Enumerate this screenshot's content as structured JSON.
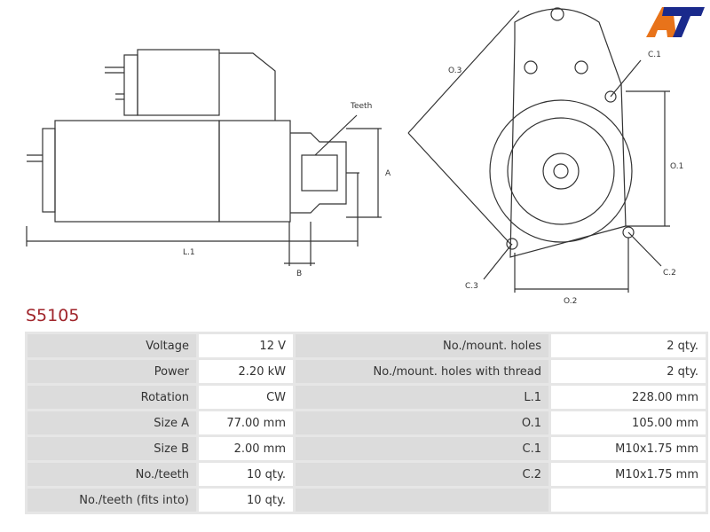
{
  "product": {
    "code": "S5105"
  },
  "logo": {
    "text": "AT",
    "colors": {
      "a": "#e8731a",
      "t": "#1a2a8c"
    }
  },
  "drawing_labels": {
    "teeth": "Teeth",
    "a": "A",
    "l1": "L.1",
    "b": "B",
    "o3": "O.3",
    "c1": "C.1",
    "o1": "O.1",
    "c2": "C.2",
    "c3": "C.3",
    "o2": "O.2"
  },
  "specs": [
    {
      "label": "Voltage",
      "value": "12 V",
      "label2": "No./mount. holes",
      "value2": "2 qty."
    },
    {
      "label": "Power",
      "value": "2.20 kW",
      "label2": "No./mount. holes with thread",
      "value2": "2 qty."
    },
    {
      "label": "Rotation",
      "value": "CW",
      "label2": "L.1",
      "value2": "228.00 mm"
    },
    {
      "label": "Size A",
      "value": "77.00 mm",
      "label2": "O.1",
      "value2": "105.00 mm"
    },
    {
      "label": "Size B",
      "value": "2.00 mm",
      "label2": "C.1",
      "value2": "M10x1.75 mm"
    },
    {
      "label": "No./teeth",
      "value": "10 qty.",
      "label2": "C.2",
      "value2": "M10x1.75 mm"
    },
    {
      "label": "No./teeth (fits into)",
      "value": "10 qty.",
      "label2": "",
      "value2": ""
    }
  ]
}
